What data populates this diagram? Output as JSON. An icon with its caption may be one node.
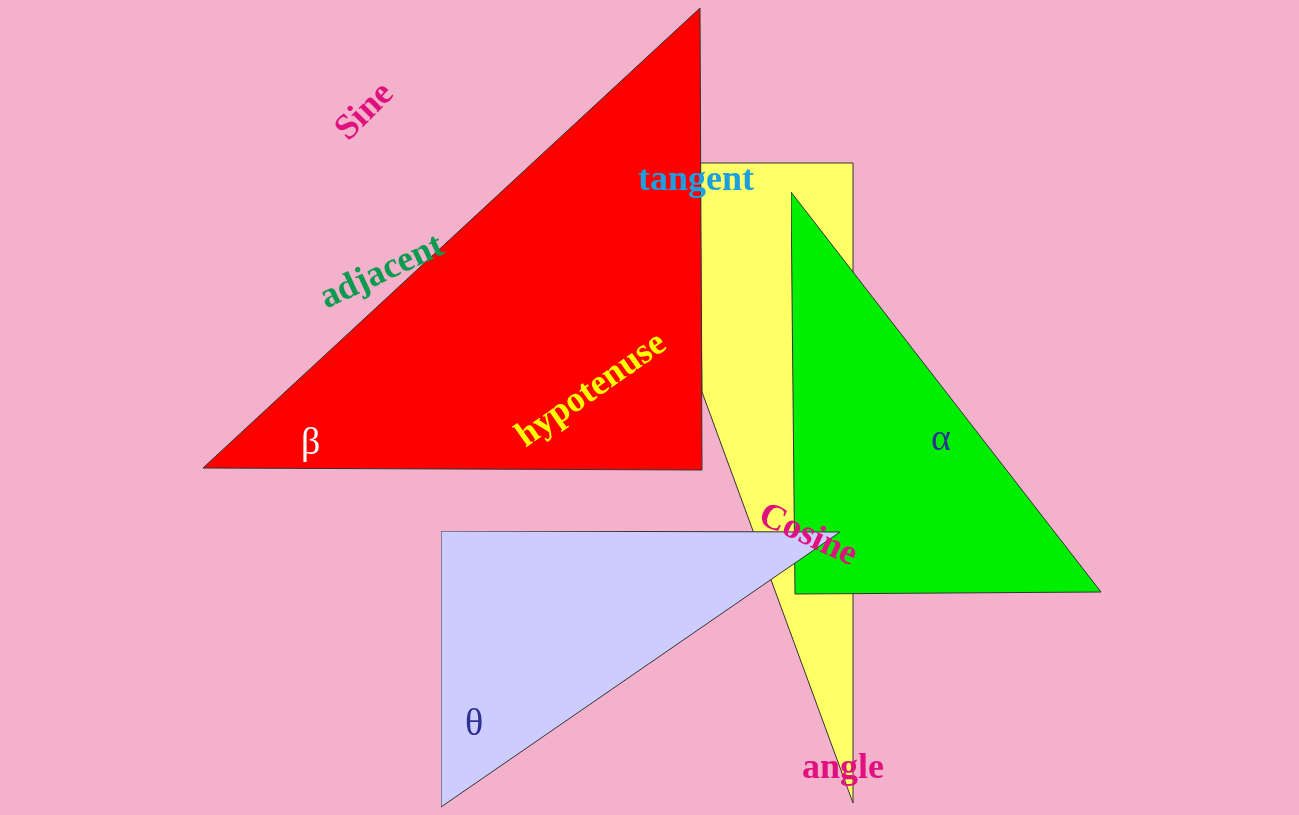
{
  "diagram": {
    "nodes": [
      {
        "text": [
          "hypotenuse",
          "β"
        ]
      },
      {
        "text": [
          "α"
        ]
      },
      {
        "text": [
          "θ"
        ]
      }
    ],
    "labels": [
      "Sine",
      "tangent",
      "adjacent",
      "Cosine",
      "angle"
    ]
  }
}
